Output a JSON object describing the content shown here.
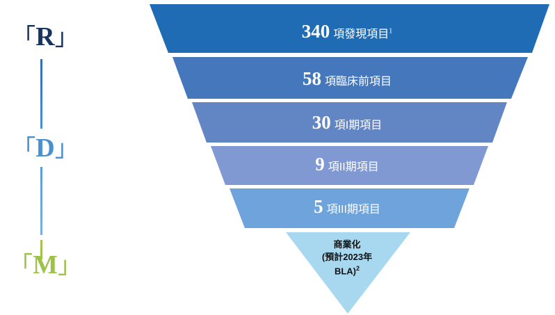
{
  "rail": {
    "items": [
      {
        "id": "r",
        "open_bracket": "「",
        "letter": "R",
        "close_bracket": "」",
        "color": "#17335f"
      },
      {
        "id": "d",
        "open_bracket": "「",
        "letter": "D",
        "close_bracket": "」",
        "color": "#4a90cc"
      },
      {
        "id": "m",
        "open_bracket": "「",
        "letter": "M",
        "close_bracket": "」",
        "color": "#9dc24a"
      }
    ]
  },
  "chart_data": {
    "type": "funnel",
    "title": "",
    "stages": [
      {
        "count": "340",
        "label": "項發現項目",
        "footnote": "1",
        "value": 340,
        "color": "#1f6cb5"
      },
      {
        "count": "58",
        "label": "項臨床前項目",
        "footnote": "",
        "value": 58,
        "color": "#4477bc"
      },
      {
        "count": "30",
        "label": "項I期項目",
        "footnote": "",
        "value": 30,
        "color": "#6285c4"
      },
      {
        "count": "9",
        "label": "項II期項目",
        "footnote": "",
        "value": 9,
        "color": "#8099d3"
      },
      {
        "count": "5",
        "label": "項III期項目",
        "footnote": "",
        "value": 5,
        "color": "#6fa3db"
      }
    ],
    "terminal": {
      "lines": [
        "商業化",
        "(預計2023年",
        "BLA)"
      ],
      "footnote": "2",
      "color": "#a8d8f0"
    }
  }
}
